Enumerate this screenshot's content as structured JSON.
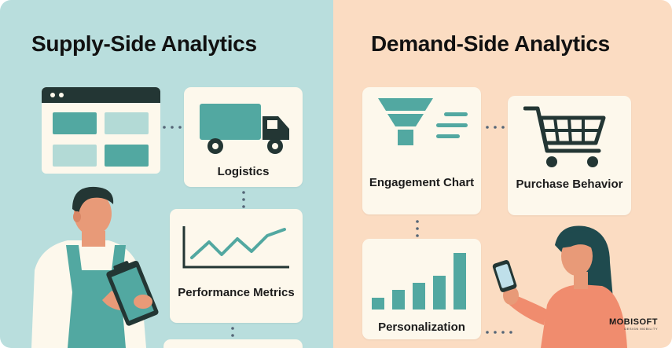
{
  "supply": {
    "title": "Supply-Side Analytics",
    "cards": {
      "logistics": "Logistics",
      "performance": "Performance Metrics"
    }
  },
  "demand": {
    "title": "Demand-Side Analytics",
    "cards": {
      "engagement": "Engagement Chart",
      "purchase": "Purchase Behavior",
      "personalization": "Personalization"
    }
  },
  "brand": {
    "name": "MOBISOFT",
    "tagline": "DESIGN MOBILITY"
  },
  "colors": {
    "supply_bg": "#b9dedd",
    "demand_bg": "#fbdcc2",
    "teal": "#52a8a1",
    "dark": "#233634",
    "card": "#fdf8ec"
  },
  "personalization_bars": [
    0.2,
    0.33,
    0.45,
    0.56,
    0.95
  ]
}
